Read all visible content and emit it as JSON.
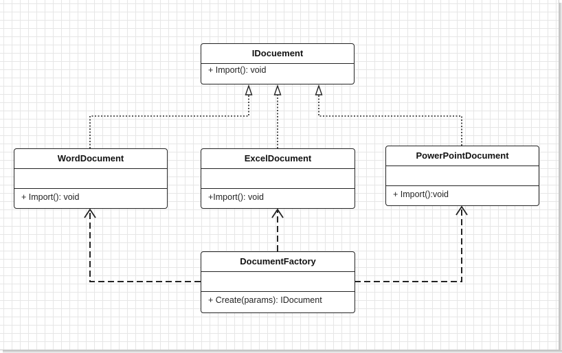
{
  "diagram": {
    "classes": {
      "idocument": {
        "name": "IDocuement",
        "methods": [
          "+ Import(): void"
        ]
      },
      "word": {
        "name": "WordDocument",
        "methods": [
          "+ Import(): void"
        ]
      },
      "excel": {
        "name": "ExcelDocument",
        "methods": [
          "+Import(): void"
        ]
      },
      "powerpoint": {
        "name": "PowerPointDocument",
        "methods": [
          "+ Import():void"
        ]
      },
      "factory": {
        "name": "DocumentFactory",
        "methods": [
          "+ Create(params): IDocument"
        ]
      }
    },
    "relations": [
      {
        "kind": "realization",
        "from": "WordDocument",
        "to": "IDocuement"
      },
      {
        "kind": "realization",
        "from": "ExcelDocument",
        "to": "IDocuement"
      },
      {
        "kind": "realization",
        "from": "PowerPointDocument",
        "to": "IDocuement"
      },
      {
        "kind": "dependency",
        "from": "DocumentFactory",
        "to": "WordDocument"
      },
      {
        "kind": "dependency",
        "from": "DocumentFactory",
        "to": "ExcelDocument"
      },
      {
        "kind": "dependency",
        "from": "DocumentFactory",
        "to": "PowerPointDocument"
      }
    ]
  }
}
